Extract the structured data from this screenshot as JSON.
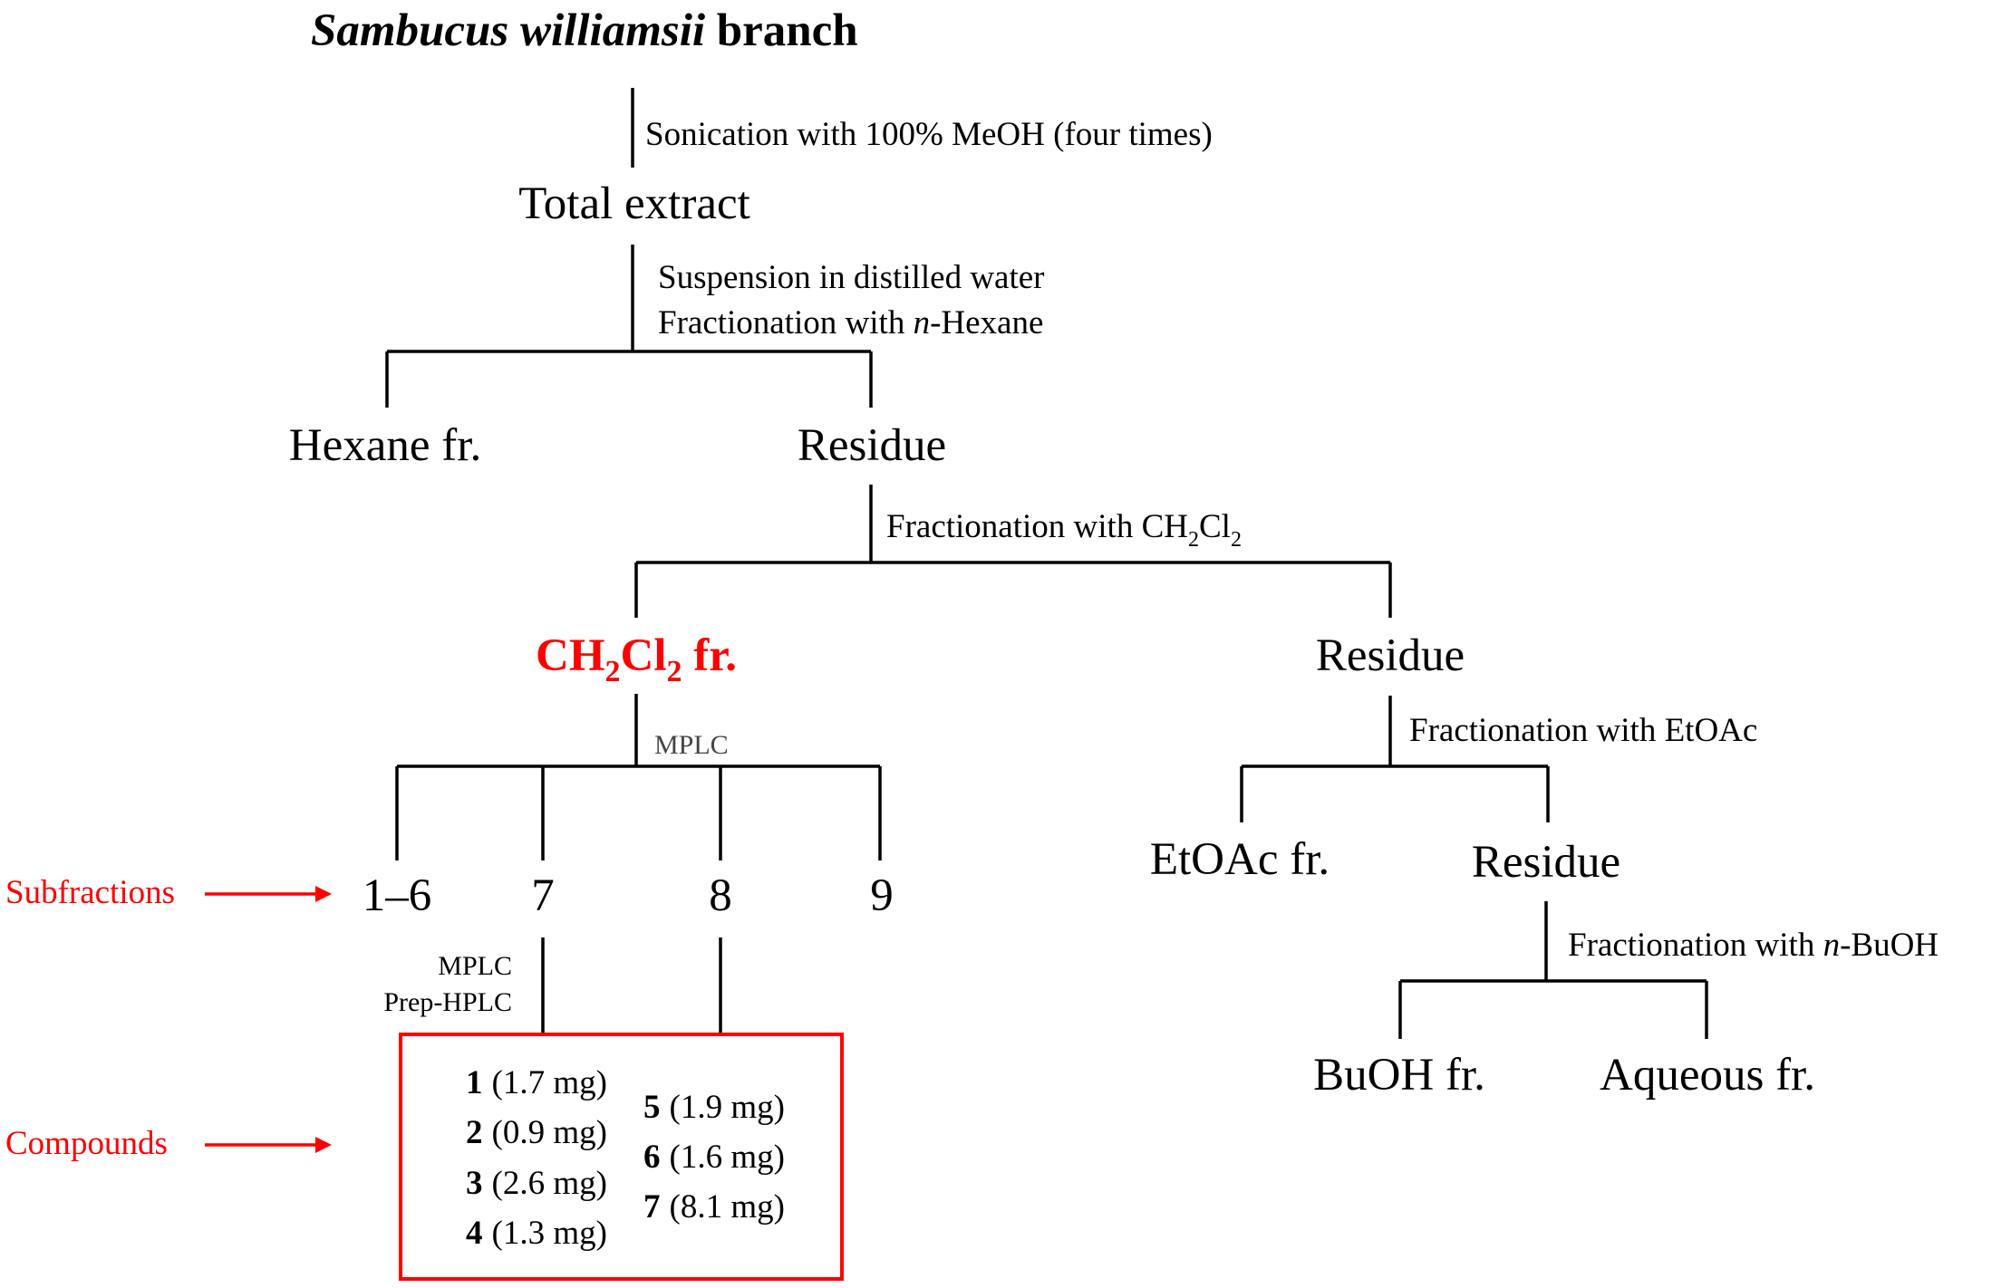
{
  "title": {
    "species": "Sambucus williamsii",
    "rest": " branch"
  },
  "steps": {
    "sonication": "Sonication with 100% MeOH (four times)",
    "suspension": "Suspension in distilled water",
    "frac_hexane_pre": "Fractionation with ",
    "frac_hexane_n": "n",
    "frac_hexane_post": "-Hexane",
    "frac_ch2cl2_pre": "Fractionation with CH",
    "frac_ch2cl2_sub1": "2",
    "frac_ch2cl2_mid": "Cl",
    "frac_ch2cl2_sub2": "2",
    "mplc": "MPLC",
    "frac_etoac": "Fractionation with EtOAc",
    "mplc2": "MPLC",
    "prephplc": "Prep-HPLC",
    "frac_buoh_pre": "Fractionation with ",
    "frac_buoh_n": "n",
    "frac_buoh_post": "-BuOH"
  },
  "nodes": {
    "total_extract": "Total extract",
    "hexane_fr": "Hexane fr.",
    "residue1": "Residue",
    "ch2cl2_fr_a": "CH",
    "ch2cl2_fr_sub1": "2",
    "ch2cl2_fr_b": "Cl",
    "ch2cl2_fr_sub2": "2",
    "ch2cl2_fr_c": " fr.",
    "residue2": "Residue",
    "etoac_fr": "EtOAc fr.",
    "residue3": "Residue",
    "buoh_fr": "BuOH fr.",
    "aqueous_fr": "Aqueous fr."
  },
  "subfractions": [
    "1–6",
    "7",
    "8",
    "9"
  ],
  "labels": {
    "subfractions": "Subfractions",
    "compounds": "Compounds"
  },
  "compounds": [
    {
      "id": "1",
      "mass": "(1.7 mg)"
    },
    {
      "id": "2",
      "mass": "(0.9 mg)"
    },
    {
      "id": "3",
      "mass": "(2.6 mg)"
    },
    {
      "id": "4",
      "mass": "(1.3 mg)"
    },
    {
      "id": "5",
      "mass": "(1.9 mg)"
    },
    {
      "id": "6",
      "mass": "(1.6 mg)"
    },
    {
      "id": "7",
      "mass": "(8.1 mg)"
    }
  ],
  "colors": {
    "highlight": "#ff0000",
    "text": "#000000"
  }
}
